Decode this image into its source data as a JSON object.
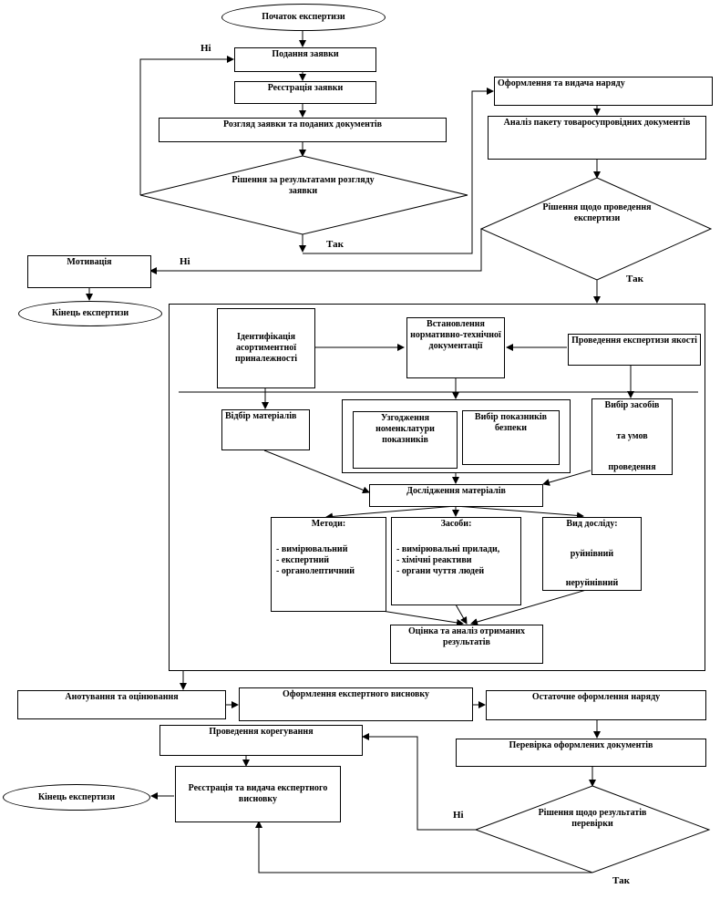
{
  "start": "Початок експертизи",
  "steps": {
    "submit": "Подання заявки",
    "register": "Реєстрація заявки",
    "review": "Розгляд заявки та поданих документів",
    "decision1": "Рішення за результатами розгляду заявки",
    "order": "Оформлення та видача наряду",
    "analysis_docs": "Аналіз пакету товаросупровідних документів",
    "decision2": "Рішення щодо проведення експертизи",
    "motivation": "Мотивація",
    "end1": "Кінець експертизи"
  },
  "labels": {
    "no": "Ні",
    "yes": "Так"
  },
  "inner": {
    "identify": "Ідентифікація асортиментної приналежності",
    "normative": "Встановлення нормативно-технічної документації",
    "quality_exam": "Проведення експертизи якості",
    "select_materials": "Відбір матеріалів",
    "agree_nomenclature": "Узгодження номенклатури показників",
    "safety_indicators": "Вибір показників безпеки",
    "select_means": [
      "Вибір засобів",
      "та умов",
      "проведення"
    ],
    "research": "Дослідження матеріалів",
    "methods": {
      "title": "Методи:",
      "items": [
        "вимірювальний",
        "експертний",
        "органолептичний"
      ]
    },
    "means": {
      "title": "Засоби:",
      "items": [
        "вимірювальні прилади,",
        "хімічні реактиви",
        "органи чуття людей"
      ]
    },
    "types": {
      "title": "Вид досліду:",
      "items": [
        "руйнівний",
        "неруйнівний"
      ]
    },
    "evaluation": "Оцінка та аналіз отриманих результатів"
  },
  "final": {
    "annotate": "Анотування та оцінювання",
    "conclusion": "Оформлення експертного висновку",
    "final_order": "Остаточне оформлення наряду",
    "correction": "Проведення корегування",
    "check_docs": "Перевірка оформлених документів",
    "register_issue": "Реєстрація та видача експертного висновку",
    "decision3": "Рішення щодо результатів перевірки",
    "end2": "Кінець експертизи"
  }
}
